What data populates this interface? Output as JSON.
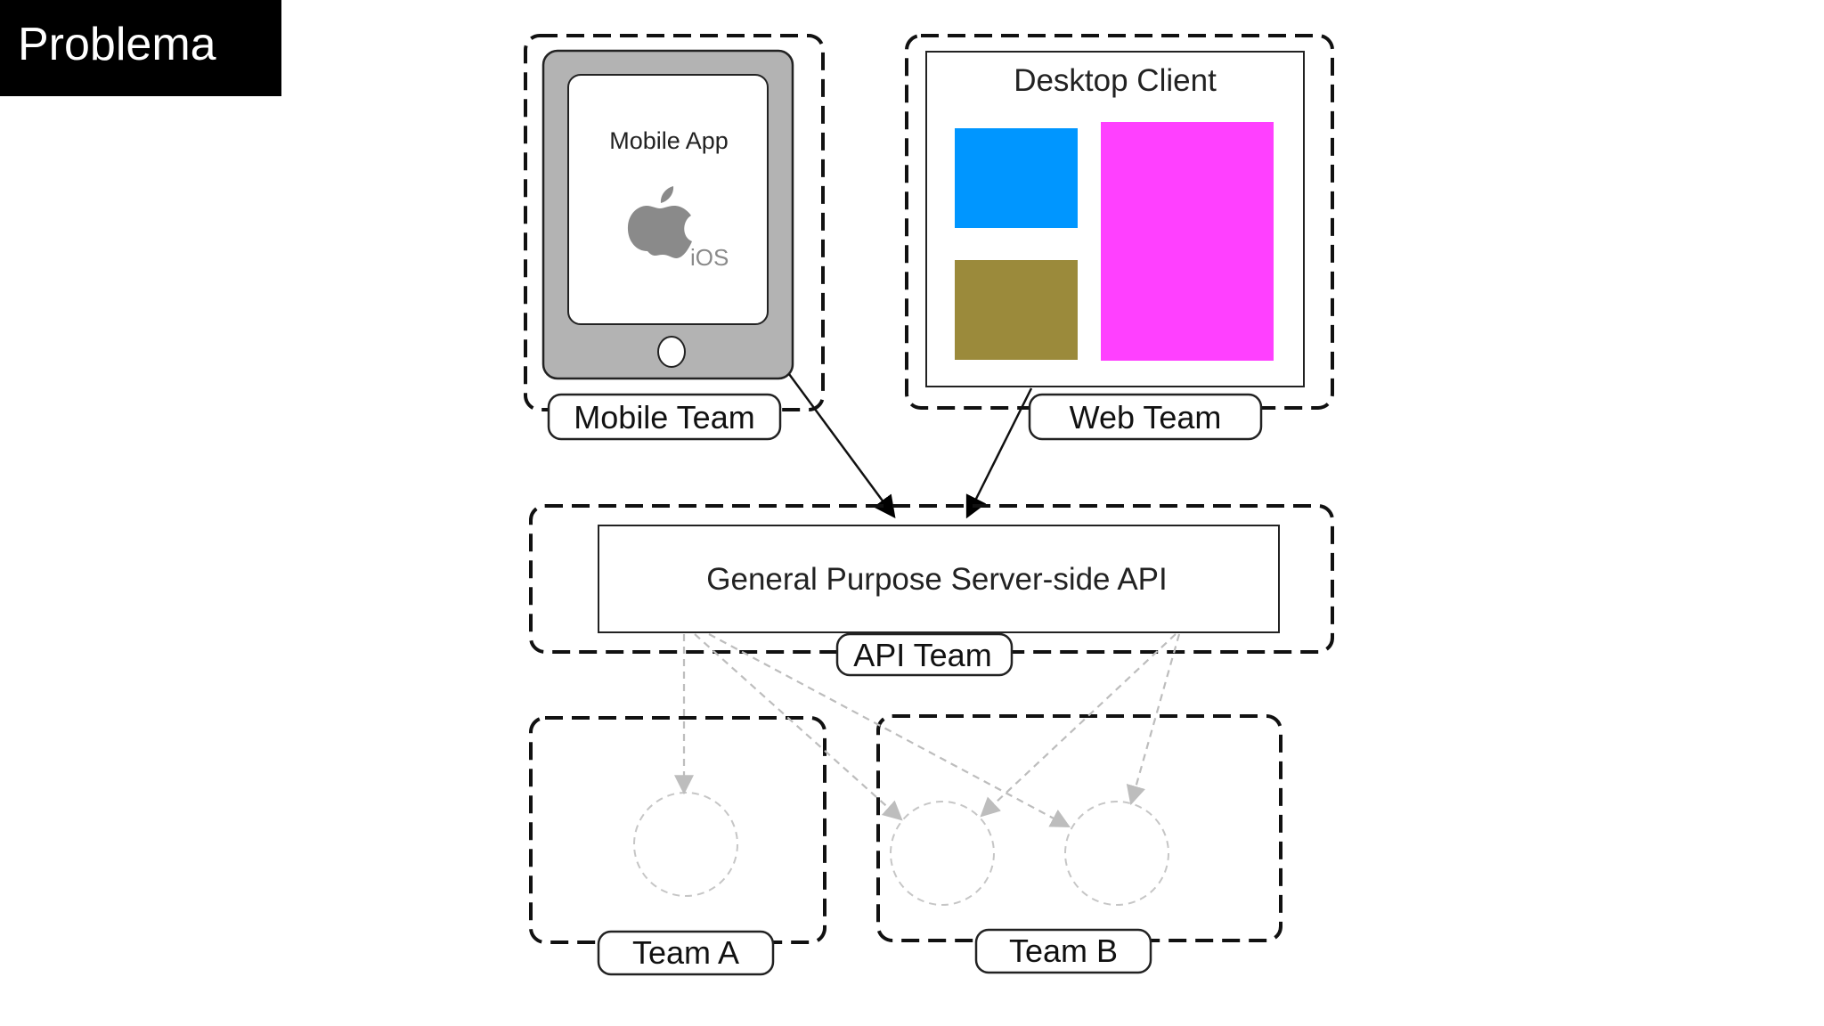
{
  "slide": {
    "title": "Problema"
  },
  "diagram": {
    "mobile": {
      "app_label": "Mobile App",
      "os_label": "iOS",
      "team_label": "Mobile Team"
    },
    "desktop": {
      "client_label": "Desktop Client",
      "team_label": "Web Team"
    },
    "api": {
      "label": "General Purpose Server-side API",
      "team_label": "API Team"
    },
    "team_a": {
      "label": "Team A"
    },
    "team_b": {
      "label": "Team B"
    }
  },
  "colors": {
    "tile_blue": "#0096ff",
    "tile_olive": "#9b8a3b",
    "tile_magenta": "#ff40ff",
    "phone_body": "#b3b3b3",
    "dashed_dependency": "#bdbdbd"
  }
}
